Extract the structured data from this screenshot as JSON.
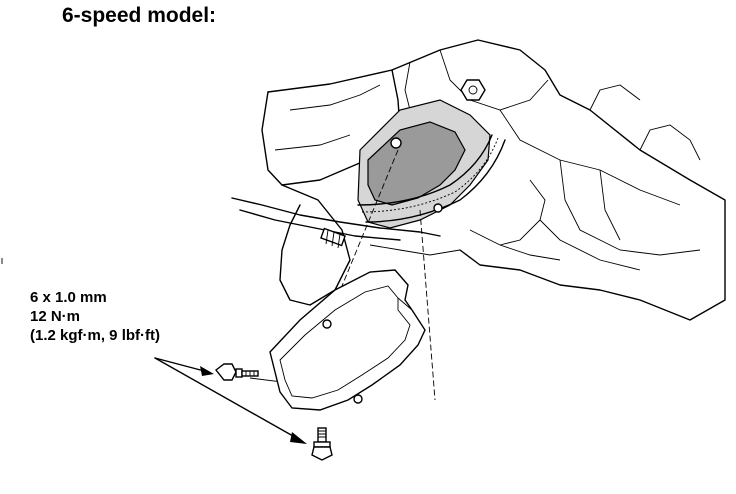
{
  "title": "6-speed model:",
  "fastener_spec": {
    "size": "6 x 1.0 mm",
    "torque_nm": "12 N·m",
    "torque_alt": "(1.2 kgf·m, 9 lbf·ft)"
  }
}
